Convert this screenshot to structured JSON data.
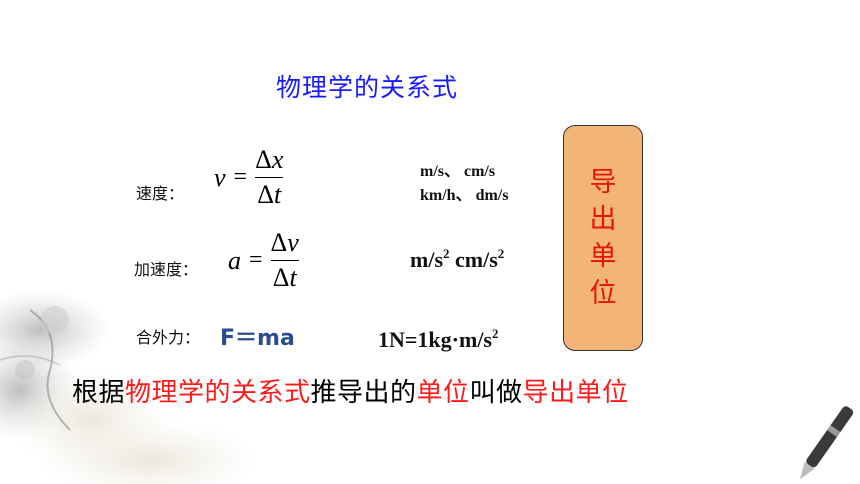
{
  "slide": {
    "title": "物理学的关系式",
    "velocity": {
      "label": "速度：",
      "lhs": "v",
      "eq": "=",
      "num_delta": "Δ",
      "num_var": "x",
      "den_delta": "Δ",
      "den_var": "t",
      "units_line1": "m/s、  cm/s",
      "units_line2": "km/h、  dm/s"
    },
    "acceleration": {
      "label": "加速度：",
      "lhs": "a",
      "eq": "=",
      "num_delta": "Δ",
      "num_var": "v",
      "den_delta": "Δ",
      "den_var": "t",
      "unit1_base": "m/s",
      "unit1_exp": "2",
      "unit2_base": " cm/s",
      "unit2_exp": "2"
    },
    "force": {
      "label": "合外力：",
      "formula": "F＝ma",
      "unit_base": "1N=1kg·m/s",
      "unit_exp": "2"
    },
    "box": {
      "chars": [
        "导",
        "出",
        "单",
        "位"
      ],
      "fill_color": "#f2b577",
      "text_color": "#e8140a"
    },
    "bottom_sentence": {
      "part1": "根据",
      "part2": "物理学的关系式",
      "part3": "推导出的",
      "part4": "单位",
      "part5": "叫做",
      "part6": "导出单位"
    },
    "decorations": {
      "left_art": "ink-flower-painting",
      "right_art": "pen-icon"
    }
  }
}
